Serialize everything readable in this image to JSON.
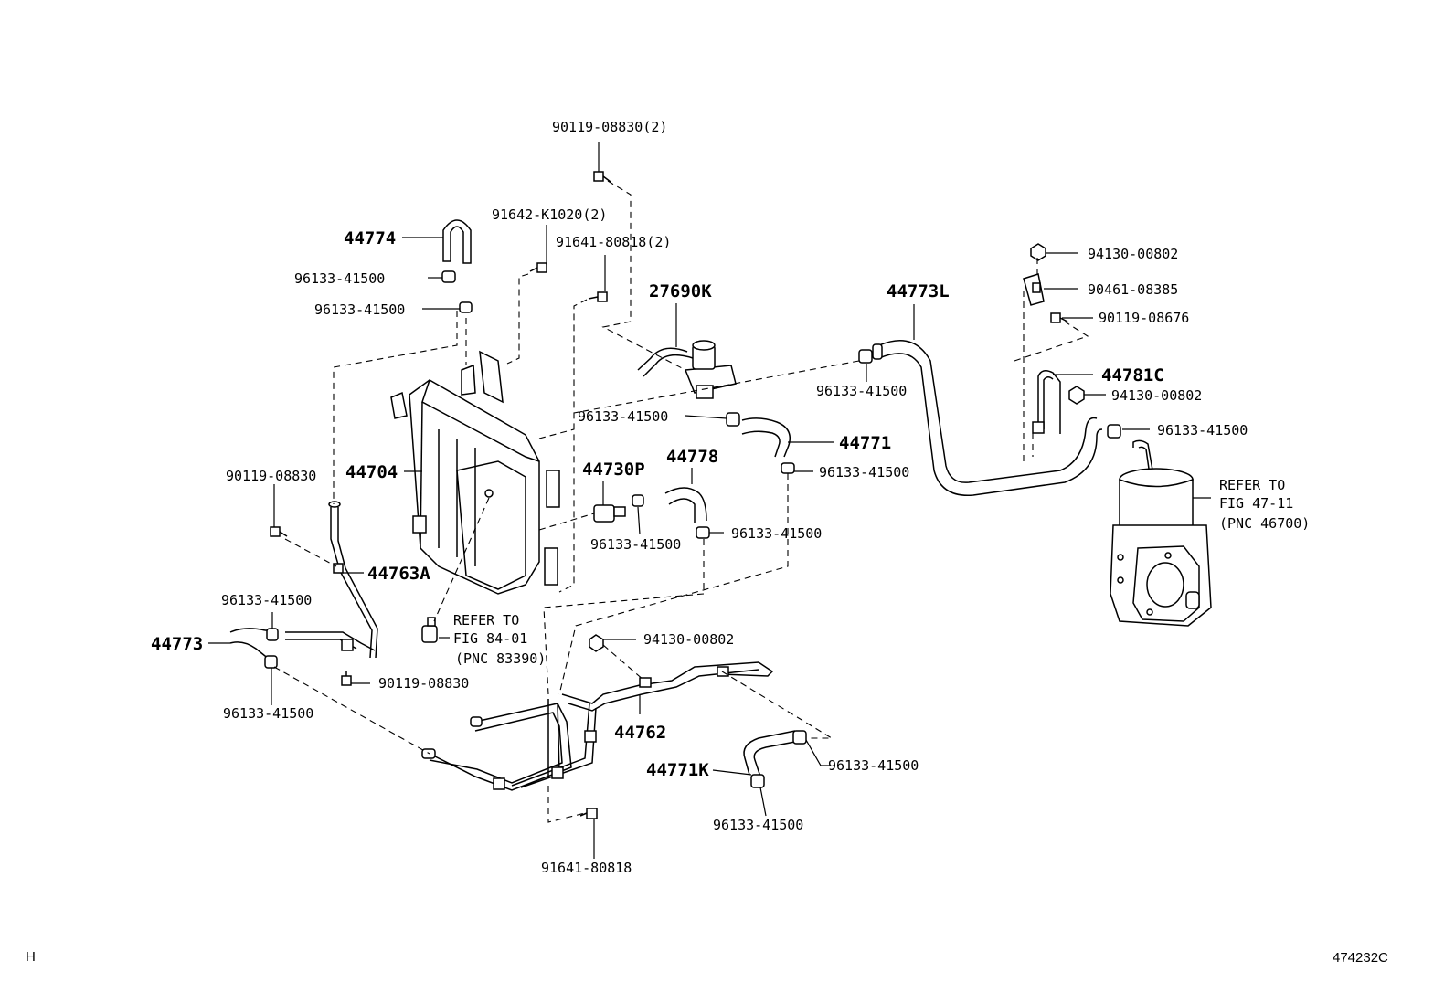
{
  "labels": {
    "p90119_08830_2": "90119-08830(2)",
    "p91642_k1020_2": "91642-K1020(2)",
    "p91641_80818_2": "91641-80818(2)",
    "p44774": "44774",
    "p96133_a": "96133-41500",
    "p96133_b": "96133-41500",
    "p27690k": "27690K",
    "p44773l": "44773L",
    "p94130_top": "94130-00802",
    "p90461": "90461-08385",
    "p90119_08676": "90119-08676",
    "p44781c": "44781C",
    "p94130_mid": "94130-00802",
    "p96133_c": "96133-41500",
    "p96133_d": "96133-41500",
    "p44771": "44771",
    "p96133_e": "96133-41500",
    "p96133_f": "96133-41500",
    "p44704": "44704",
    "p44730p": "44730P",
    "p44778": "44778",
    "p96133_g": "96133-41500",
    "p96133_h": "96133-41500",
    "p90119_08830_a": "90119-08830",
    "p44763a": "44763A",
    "p96133_i": "96133-41500",
    "p44773": "44773",
    "p90119_08830_b": "90119-08830",
    "p96133_j": "96133-41500",
    "p94130_low": "94130-00802",
    "p44762": "44762",
    "p44771k": "44771K",
    "p96133_k": "96133-41500",
    "p96133_l": "96133-41500",
    "p91641_80818": "91641-80818"
  },
  "refer_1": {
    "line1": "REFER TO",
    "line2": "FIG 47-11",
    "line3": "(PNC 46700)"
  },
  "refer_2": {
    "line1": "REFER TO",
    "line2": "FIG 84-01",
    "line3": "(PNC 83390)"
  },
  "corner": {
    "left": "H",
    "right": "474232C"
  }
}
